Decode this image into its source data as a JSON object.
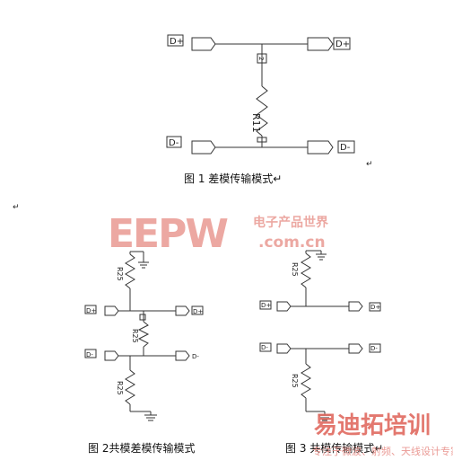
{
  "fig1": {
    "port_in_top": "D+",
    "port_out_top": "D+",
    "port_in_bottom": "D-",
    "port_out_bottom": "D-",
    "resistor": "R11",
    "pin_top": "2",
    "pin_bottom": "1",
    "caption": "图 1 差模传输模式↵"
  },
  "fig2": {
    "port_in_top": "D+",
    "port_out_top": "D+",
    "port_in_bottom": "D-",
    "port_out_bottom": "D-",
    "r_top": "R25",
    "r_mid": "R25",
    "r_bottom": "R25",
    "caption": "图 2共模差模传输模式"
  },
  "fig3": {
    "port_in_top": "D+",
    "port_out_top": "D+",
    "port_in_bottom": "D-",
    "port_out_bottom": "D-",
    "r_top": "R25",
    "r_bottom": "R25",
    "caption": "图 3 共模传输模式↵"
  },
  "marks": {
    "return_mark_1": "↵",
    "return_mark_2": "↵"
  },
  "watermark": {
    "brand": "EEPW",
    "brand_cn": "电子产品世界",
    "domain": ".com.cn",
    "training": "易迪拓培训",
    "training_sub": "专注于微波、射频、天线设计专家"
  },
  "colors": {
    "line": "#333333",
    "watermark_red": "#e88880",
    "training_red": "#e06a60"
  }
}
